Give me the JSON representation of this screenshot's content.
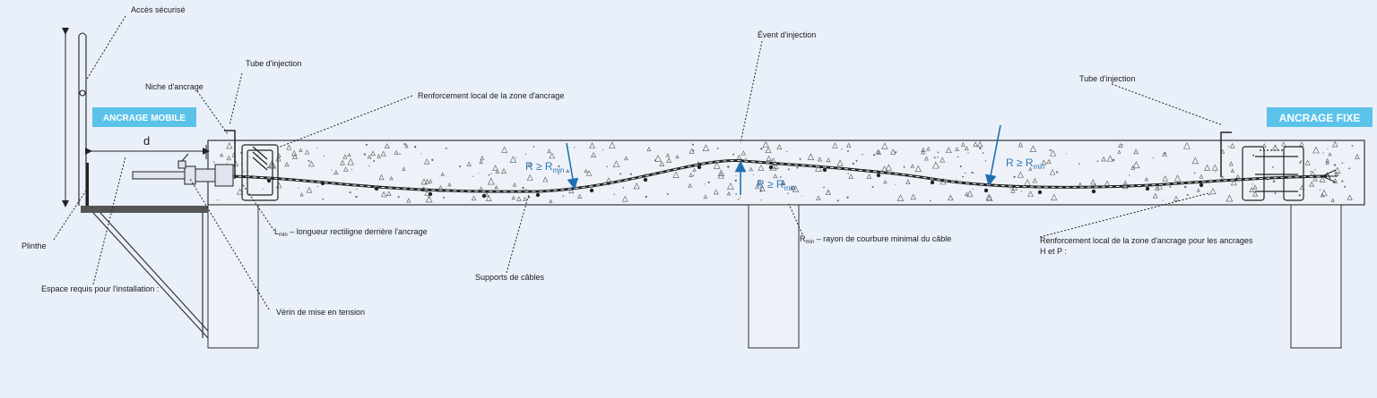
{
  "labels": {
    "acces_securise": "Accès sécurisé",
    "tube_injection_left": "Tube d'injection",
    "niche_ancrage": "Niche d'ancrage",
    "renforcement_local": "Renforcement local de la zone d'ancrage",
    "event_injection": "Évent d'injection",
    "tube_injection_right": "Tube d'injection",
    "plinthe": "Plinthe",
    "espace_requis": "Espace requis pour l'installation :",
    "lmin_prefix": "L",
    "lmin_sub": "min",
    "lmin_text": " – longueur rectiligne derrière l'ancrage",
    "verin": "Vérin de mise en tension",
    "supports_cables": "Supports de câbles",
    "rmin_prefix": "R",
    "rmin_sub": "min",
    "rmin_text": " – rayon de courbure minimal du câble",
    "renforcement_hp_line1": "Renforcement local de la zone d'ancrage pour les ancrages",
    "renforcement_hp_line2": "H et P :",
    "dim_d": "d"
  },
  "badges": {
    "ancrage_mobile": "ANCRAGE MOBILE",
    "ancrage_fixe": "ANCRAGE FIXE"
  },
  "radius": {
    "main": "R ≥ R",
    "sub": "min"
  },
  "colors": {
    "background": "#eaf0f9",
    "badge": "#5bc3ea",
    "arrow": "#1f6fb2",
    "line": "#2a2a2a",
    "slab": "#eef2f8"
  }
}
